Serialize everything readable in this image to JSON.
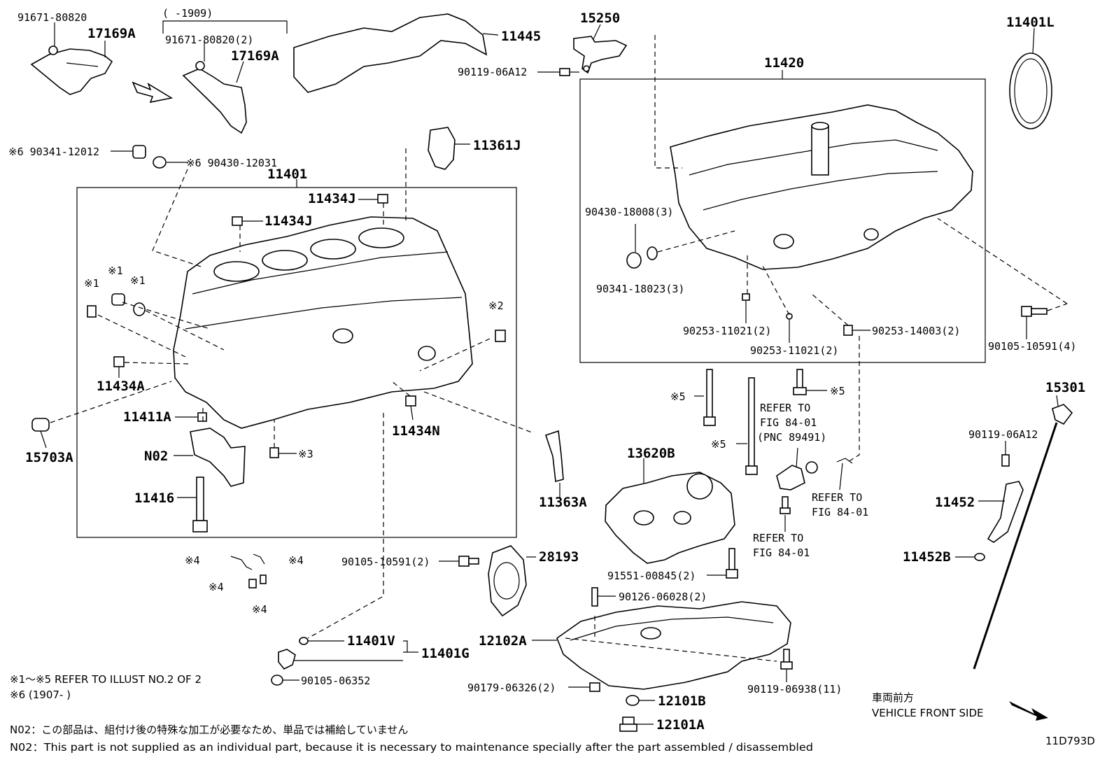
{
  "figure_code": "11D793D",
  "range_note": "(     -1909)",
  "labels": {
    "p91671_a": "91671-80820",
    "p17169A_a": "17169A",
    "p91671_b": "91671-80820(2)",
    "p17169A_b": "17169A",
    "p11445": "11445",
    "p15250": "15250",
    "p90119_06A12_a": "90119-06A12",
    "p11401L": "11401L",
    "p11420": "11420",
    "p90341_12012": "※6 90341-12012",
    "p90430_12031": "※6 90430-12031",
    "p11361J": "11361J",
    "p11401": "11401",
    "p11434J_a": "11434J",
    "p11434J_b": "11434J",
    "p90430_18008": "90430-18008(3)",
    "p90341_18023": "90341-18023(3)",
    "p90253_11021_a": "90253-11021(2)",
    "p90253_14003": "90253-14003(2)",
    "p90253_11021_b": "90253-11021(2)",
    "p90105_10591_4": "90105-10591(4)",
    "p15301": "15301",
    "p90119_06A12_b": "90119-06A12",
    "p11452": "11452",
    "p11452B": "11452B",
    "p11434A": "11434A",
    "p15703A": "15703A",
    "p11411A": "11411A",
    "p11434N": "11434N",
    "pN02": "N02",
    "p11416": "11416",
    "p11363A": "11363A",
    "p13620B": "13620B",
    "refer1": "REFER TO",
    "refer1b": "FIG 84-01",
    "refer1c": "(PNC 89491)",
    "refer2": "REFER TO",
    "refer2b": "FIG 84-01",
    "refer3": "REFER TO",
    "refer3b": "FIG 84-01",
    "p90105_10591_2": "90105-10591(2)",
    "p28193": "28193",
    "p91551": "91551-00845(2)",
    "p90126": "90126-06028(2)",
    "p11401V": "11401V",
    "p11401G": "11401G",
    "p90105_06352": "90105-06352",
    "p12102A": "12102A",
    "p90179": "90179-06326(2)",
    "p90119_06938": "90119-06938(11)",
    "p12101B": "12101B",
    "p12101A": "12101A",
    "m1a": "※1",
    "m1b": "※1",
    "m1c": "※1",
    "m2": "※2",
    "m3": "※3",
    "m4a": "※4",
    "m4b": "※4",
    "m4c": "※4",
    "m4d": "※4",
    "m5a": "※5",
    "m5b": "※5",
    "m5c": "※5"
  },
  "notes": {
    "refer_illust": "※1～※5  REFER TO ILLUST NO.2 OF 2",
    "date_note": "※6 (1907-     )",
    "n02_jp": "N02：この部品は、組付け後の特殊な加工が必要なため、単品では補給していません",
    "n02_en": "N02：This part is not supplied as an individual part, because it is necessary to maintenance specially after the part assembled / disassembled",
    "front_jp": "車両前方",
    "front_en": "VEHICLE FRONT SIDE"
  }
}
